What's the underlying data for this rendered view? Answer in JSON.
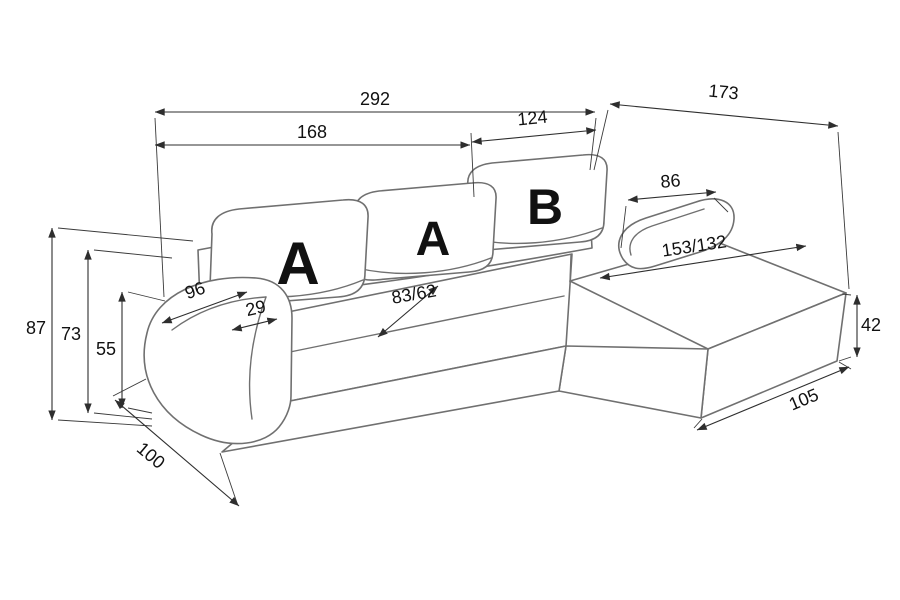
{
  "figure": {
    "name": "Corner sofa dimension diagram",
    "background_color": "#ffffff",
    "dimension_line_color": "#2e2e2e",
    "sofa_line_color": "#707070"
  },
  "cushions": {
    "left": "A",
    "middle": "A",
    "right": "B"
  },
  "dimensions": {
    "total_width": "292",
    "chaise_length": "173",
    "seat_section_width": "168",
    "corner_section_width": "124",
    "armrest_length": "86",
    "chaise_seat_length": "153/132",
    "armrest_depth": "96",
    "armrest_width": "29",
    "seat_depth": "83/62",
    "total_height": "87",
    "back_height": "73",
    "armrest_height": "55",
    "chaise_seat_height": "42",
    "chaise_width": "105",
    "total_depth": "100"
  }
}
